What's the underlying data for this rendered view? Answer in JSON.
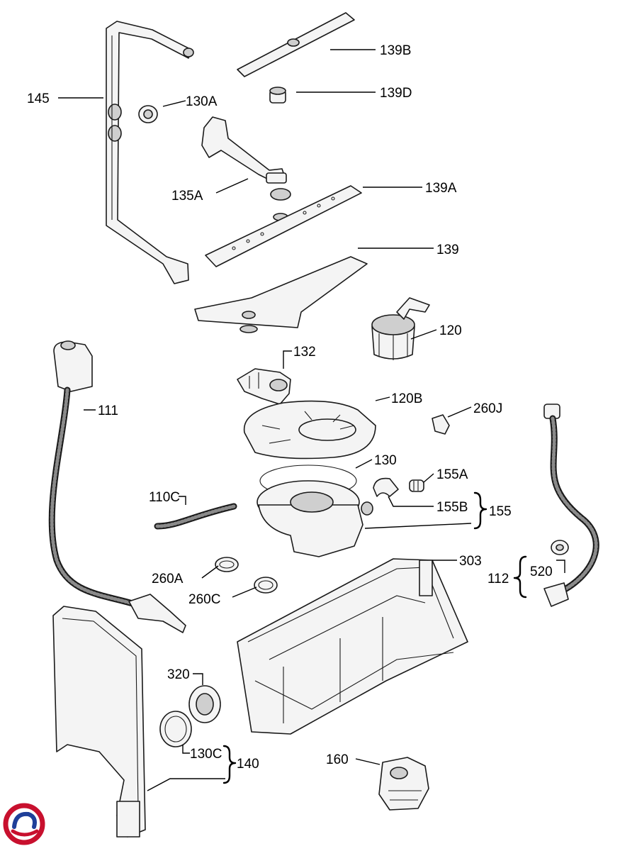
{
  "labels": {
    "p145": "145",
    "p130A": "130A",
    "p139B": "139B",
    "p139D": "139D",
    "p135A": "135A",
    "p139A": "139A",
    "p139": "139",
    "p120": "120",
    "p132": "132",
    "p111": "111",
    "p120B": "120B",
    "p260J": "260J",
    "p130": "130",
    "p155A": "155A",
    "p110C": "110C",
    "p155B": "155B",
    "p155": "155",
    "p303": "303",
    "p520": "520",
    "p112": "112",
    "p260A": "260A",
    "p260C": "260C",
    "p320": "320",
    "p130C": "130C",
    "p140": "140",
    "p160": "160"
  },
  "logo": {
    "colors": [
      "#c8102e",
      "#1f3f99"
    ]
  }
}
